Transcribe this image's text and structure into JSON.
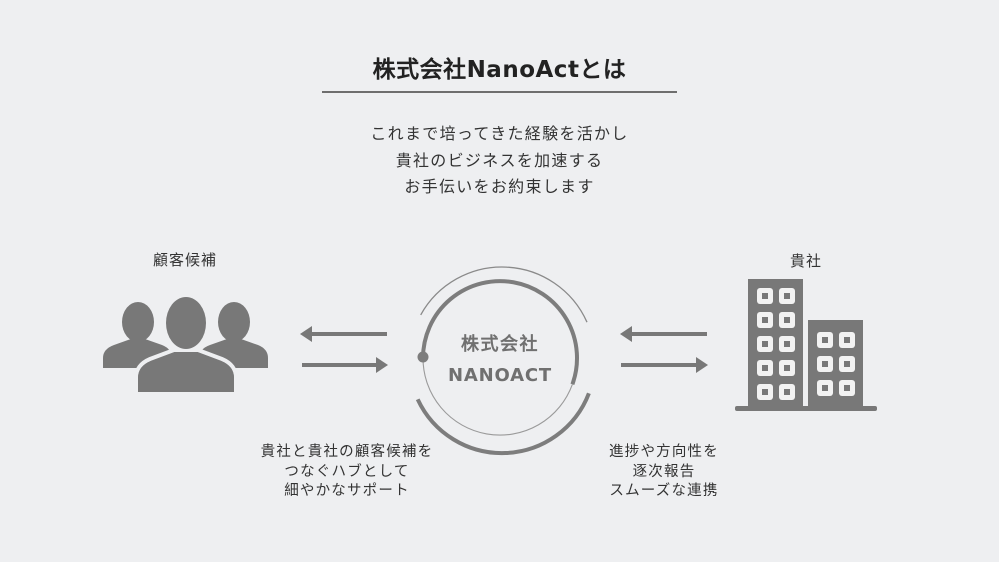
{
  "header": {
    "title": "株式会社NanoActとは"
  },
  "lead": {
    "lines": [
      "これまで培ってきた経験を活かし",
      "貴社のビジネスを加速する",
      "お手伝いをお約束します"
    ]
  },
  "left_node": {
    "label": "顧客候補",
    "icon": "people-group-icon"
  },
  "right_node": {
    "label": "貴社",
    "icon": "office-buildings-icon"
  },
  "hub": {
    "line1": "株式会社",
    "line2": "NANOACT"
  },
  "left_caption": {
    "lines": [
      "貴社と貴社の顧客候補を",
      "つなぐハブとして",
      "細やかなサポート"
    ]
  },
  "right_caption": {
    "lines": [
      "進捗や方向性を",
      "逐次報告",
      "スムーズな連携"
    ]
  },
  "colors": {
    "background": "#eeeff1",
    "icon_gray": "#787878",
    "text": "#2e2e2e",
    "rule": "#6e6e6e"
  }
}
